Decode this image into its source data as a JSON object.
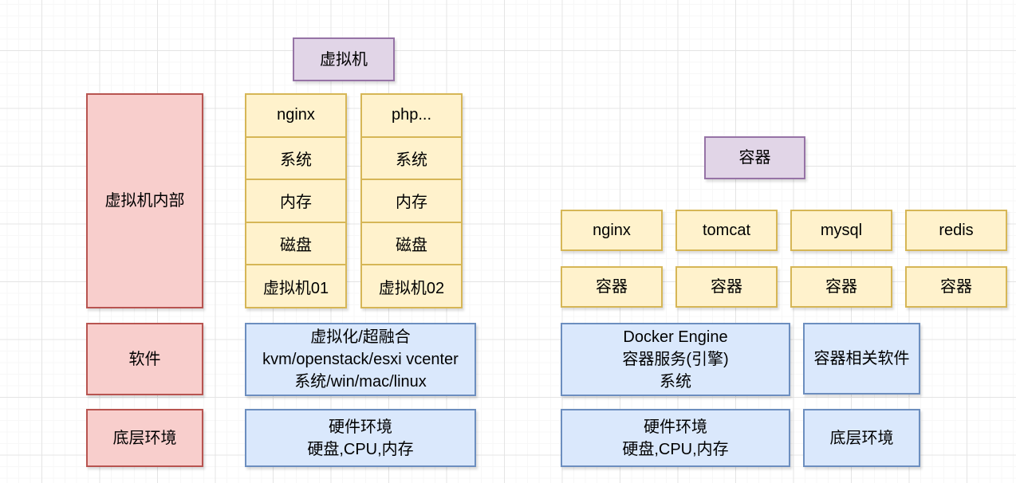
{
  "vm": {
    "header": "虚拟机",
    "inner": "虚拟机内部",
    "stacks": [
      {
        "cells": [
          "nginx",
          "系统",
          "内存",
          "磁盘",
          "虚拟机01"
        ]
      },
      {
        "cells": [
          "php...",
          "系统",
          "内存",
          "磁盘",
          "虚拟机02"
        ]
      }
    ],
    "software_label": "软件",
    "software_lines": [
      "虚拟化/超融合",
      "kvm/openstack/esxi vcenter",
      "系统/win/mac/linux"
    ],
    "base_label": "底层环境",
    "hardware_lines": [
      "硬件环境",
      "硬盘,CPU,内存"
    ]
  },
  "container": {
    "header": "容器",
    "apps": [
      "nginx",
      "tomcat",
      "mysql",
      "redis"
    ],
    "container_labels": [
      "容器",
      "容器",
      "容器",
      "容器"
    ],
    "engine_lines": [
      "Docker Engine",
      "容器服务(引擎)",
      "系统"
    ],
    "related_software": "容器相关软件",
    "hardware_lines": [
      "硬件环境",
      "硬盘,CPU,内存"
    ],
    "base_label": "底层环境"
  },
  "colors": {
    "yellow_fill": "#FFF2CC",
    "yellow_border": "#D6B656",
    "red_fill": "#F8CECC",
    "red_border": "#B85450",
    "purple_fill": "#E1D5E7",
    "purple_border": "#9673A6",
    "blue_fill": "#DAE8FC",
    "blue_border": "#6C8EBF",
    "text": "#000000"
  }
}
